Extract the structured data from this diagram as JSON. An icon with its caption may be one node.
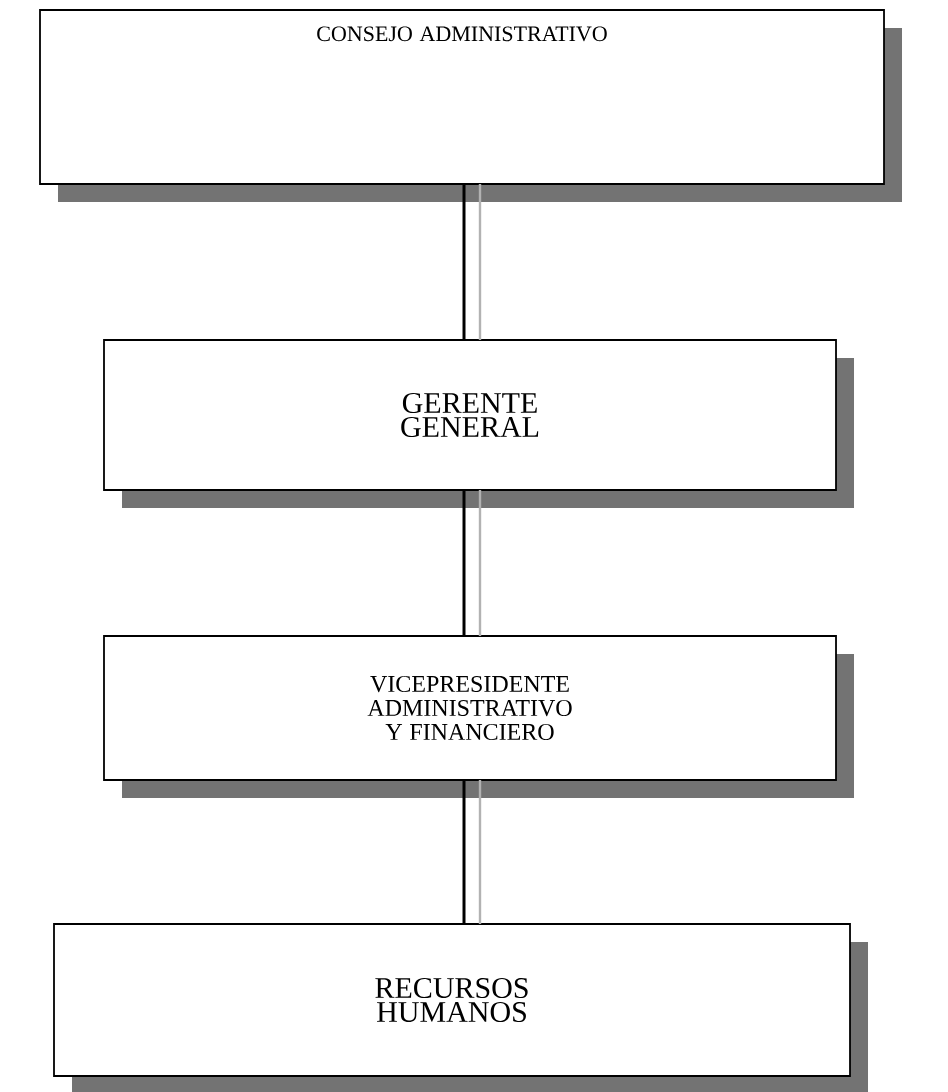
{
  "diagram": {
    "nodes": [
      {
        "text": [
          "CONSEJO ADMINISTRATIVO"
        ]
      },
      {
        "text": [
          "GERENTE GENERAL"
        ]
      },
      {
        "text": [
          "VICEPRESIDENTE ADMINISTRATIVO Y FINANCIERO"
        ]
      },
      {
        "text": [
          "RECURSOS HUMANOS"
        ]
      }
    ],
    "edges": [
      {
        "from": 0,
        "to": 1,
        "arrow": "none"
      },
      {
        "from": 1,
        "to": 2,
        "arrow": "none"
      },
      {
        "from": 2,
        "to": 3,
        "arrow": "none"
      }
    ]
  }
}
